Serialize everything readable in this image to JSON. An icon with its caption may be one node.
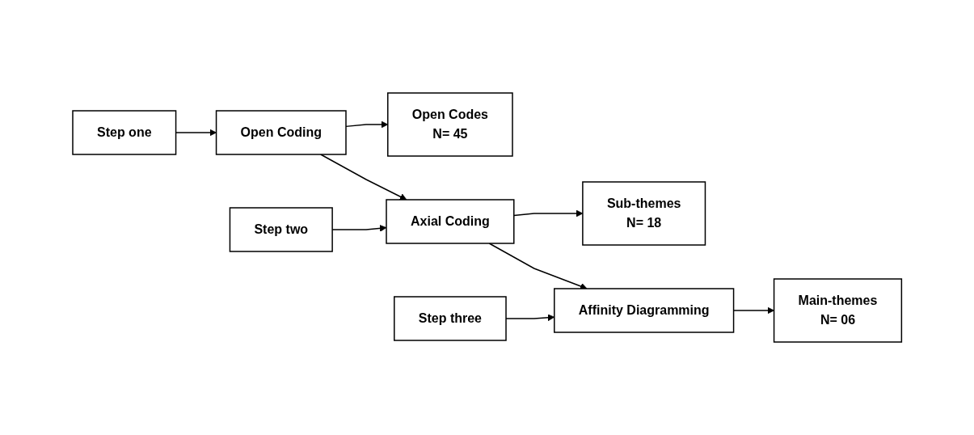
{
  "diagram": {
    "nodes": [
      {
        "text": [
          "Step one"
        ]
      },
      {
        "text": [
          "Open Coding"
        ]
      },
      {
        "text": [
          "Open Codes",
          "N= 45"
        ]
      },
      {
        "text": [
          "Step two"
        ]
      },
      {
        "text": [
          "Axial Coding"
        ]
      },
      {
        "text": [
          "Sub-themes",
          "N= 18"
        ]
      },
      {
        "text": [
          "Step three"
        ]
      },
      {
        "text": [
          "Affinity Diagramming"
        ]
      },
      {
        "text": [
          "Main-themes",
          "N= 06"
        ]
      }
    ],
    "edges": [
      {
        "from": 0,
        "to": 1,
        "arrow": "to"
      },
      {
        "from": 1,
        "to": 2,
        "arrow": "to"
      },
      {
        "from": 1,
        "to": 4,
        "arrow": "to"
      },
      {
        "from": 3,
        "to": 4,
        "arrow": "to"
      },
      {
        "from": 4,
        "to": 5,
        "arrow": "to"
      },
      {
        "from": 4,
        "to": 7,
        "arrow": "to"
      },
      {
        "from": 6,
        "to": 7,
        "arrow": "to"
      },
      {
        "from": 7,
        "to": 8,
        "arrow": "to"
      }
    ]
  }
}
